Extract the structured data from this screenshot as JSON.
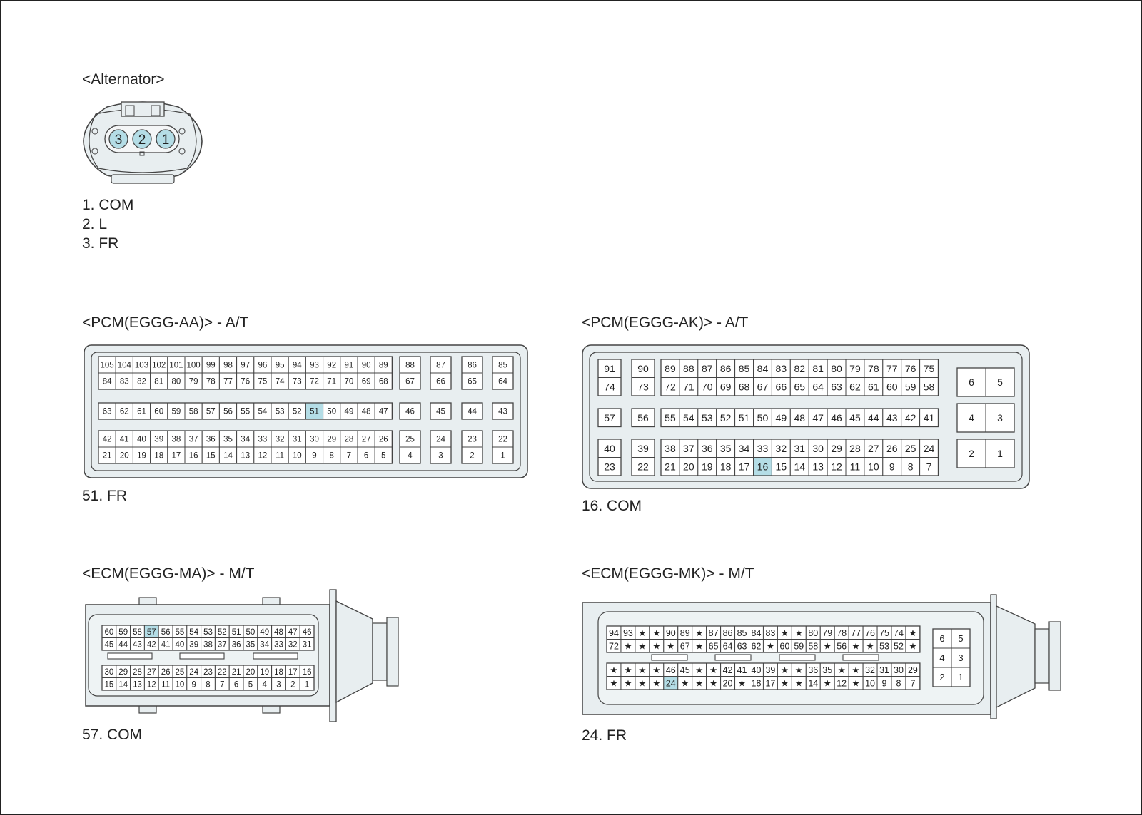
{
  "colors": {
    "housing": "#e8eef0",
    "highlight": "#b4dde6",
    "stroke": "#444444",
    "text": "#222222"
  },
  "alternator": {
    "title": "<Alternator>",
    "pin_labels": [
      "3",
      "2",
      "1"
    ],
    "pins": [
      "1. COM",
      "2. L",
      "3. FR"
    ]
  },
  "pcm_aa": {
    "title": "<PCM(EGGG-AA)> - A/T",
    "note": "51. FR",
    "highlight": "51",
    "blocks": [
      {
        "rows": [
          [
            "105",
            "104",
            "103",
            "102",
            "101",
            "100",
            "99",
            "98",
            "97",
            "96",
            "95",
            "94",
            "93",
            "92",
            "91",
            "90",
            "89"
          ],
          [
            "84",
            "83",
            "82",
            "81",
            "80",
            "79",
            "78",
            "77",
            "76",
            "75",
            "74",
            "73",
            "72",
            "71",
            "70",
            "69",
            "68"
          ]
        ]
      },
      {
        "rows": [
          [
            "88"
          ],
          [
            "67"
          ]
        ]
      },
      {
        "rows": [
          [
            "87"
          ],
          [
            "66"
          ]
        ]
      },
      {
        "rows": [
          [
            "86"
          ],
          [
            "65"
          ]
        ]
      },
      {
        "rows": [
          [
            "85"
          ],
          [
            "64"
          ]
        ]
      },
      {
        "rows": [
          [
            "63",
            "62",
            "61",
            "60",
            "59",
            "58",
            "57",
            "56",
            "55",
            "54",
            "53",
            "52",
            "51",
            "50",
            "49",
            "48",
            "47"
          ]
        ]
      },
      {
        "rows": [
          [
            "46"
          ]
        ]
      },
      {
        "rows": [
          [
            "45"
          ]
        ]
      },
      {
        "rows": [
          [
            "44"
          ]
        ]
      },
      {
        "rows": [
          [
            "43"
          ]
        ]
      },
      {
        "rows": [
          [
            "42",
            "41",
            "40",
            "39",
            "38",
            "37",
            "36",
            "35",
            "34",
            "33",
            "32",
            "31",
            "30",
            "29",
            "28",
            "27",
            "26"
          ],
          [
            "21",
            "20",
            "19",
            "18",
            "17",
            "16",
            "15",
            "14",
            "13",
            "12",
            "11",
            "10",
            "9",
            "8",
            "7",
            "6",
            "5"
          ]
        ]
      },
      {
        "rows": [
          [
            "25"
          ],
          [
            "4"
          ]
        ]
      },
      {
        "rows": [
          [
            "24"
          ],
          [
            "3"
          ]
        ]
      },
      {
        "rows": [
          [
            "23"
          ],
          [
            "2"
          ]
        ]
      },
      {
        "rows": [
          [
            "22"
          ],
          [
            "1"
          ]
        ]
      }
    ]
  },
  "pcm_ak": {
    "title": "<PCM(EGGG-AK)> - A/T",
    "note": "16. COM",
    "highlight": "16",
    "blocks": [
      {
        "rows": [
          [
            "91"
          ],
          [
            "74"
          ]
        ]
      },
      {
        "rows": [
          [
            "90"
          ],
          [
            "73"
          ]
        ]
      },
      {
        "rows": [
          [
            "89",
            "88",
            "87",
            "86",
            "85",
            "84",
            "83",
            "82",
            "81",
            "80",
            "79",
            "78",
            "77",
            "76",
            "75"
          ],
          [
            "72",
            "71",
            "70",
            "69",
            "68",
            "67",
            "66",
            "65",
            "64",
            "63",
            "62",
            "61",
            "60",
            "59",
            "58"
          ]
        ]
      },
      {
        "rows": [
          [
            "57"
          ]
        ]
      },
      {
        "rows": [
          [
            "56"
          ]
        ]
      },
      {
        "rows": [
          [
            "55",
            "54",
            "53",
            "52",
            "51",
            "50",
            "49",
            "48",
            "47",
            "46",
            "45",
            "44",
            "43",
            "42",
            "41"
          ]
        ]
      },
      {
        "rows": [
          [
            "40"
          ],
          [
            "23"
          ]
        ]
      },
      {
        "rows": [
          [
            "39"
          ],
          [
            "22"
          ]
        ]
      },
      {
        "rows": [
          [
            "38",
            "37",
            "36",
            "35",
            "34",
            "33",
            "32",
            "31",
            "30",
            "29",
            "28",
            "27",
            "26",
            "25",
            "24"
          ],
          [
            "21",
            "20",
            "19",
            "18",
            "17",
            "16",
            "15",
            "14",
            "13",
            "12",
            "11",
            "10",
            "9",
            "8",
            "7"
          ]
        ]
      },
      {
        "rows": [
          [
            "6",
            "5"
          ]
        ]
      },
      {
        "rows": [
          [
            "4",
            "3"
          ]
        ]
      },
      {
        "rows": [
          [
            "2",
            "1"
          ]
        ]
      }
    ]
  },
  "ecm_ma": {
    "title": "<ECM(EGGG-MA)> - M/T",
    "note": "57. COM",
    "highlight": "57",
    "blocks": [
      {
        "rows": [
          [
            "60",
            "59",
            "58",
            "57",
            "56",
            "55",
            "54",
            "53",
            "52",
            "51",
            "50",
            "49",
            "48",
            "47",
            "46"
          ],
          [
            "45",
            "44",
            "43",
            "42",
            "41",
            "40",
            "39",
            "38",
            "37",
            "36",
            "35",
            "34",
            "33",
            "32",
            "31"
          ]
        ]
      },
      {
        "rows": [
          [
            "30",
            "29",
            "28",
            "27",
            "26",
            "25",
            "24",
            "23",
            "22",
            "21",
            "20",
            "19",
            "18",
            "17",
            "16"
          ],
          [
            "15",
            "14",
            "13",
            "12",
            "11",
            "10",
            "9",
            "8",
            "7",
            "6",
            "5",
            "4",
            "3",
            "2",
            "1"
          ]
        ]
      }
    ]
  },
  "ecm_mk": {
    "title": "<ECM(EGGG-MK)> - M/T",
    "note": "24. FR",
    "highlight": "24",
    "blocks": [
      {
        "rows": [
          [
            "94",
            "93",
            "★",
            "★",
            "90",
            "89",
            "★",
            "87",
            "86",
            "85",
            "84",
            "83",
            "★",
            "★",
            "80",
            "79",
            "78",
            "77",
            "76",
            "75",
            "74",
            "★"
          ],
          [
            "72",
            "★",
            "★",
            "★",
            "★",
            "67",
            "★",
            "65",
            "64",
            "63",
            "62",
            "★",
            "60",
            "59",
            "58",
            "★",
            "56",
            "★",
            "★",
            "53",
            "52",
            "★"
          ]
        ]
      },
      {
        "rows": [
          [
            "★",
            "★",
            "★",
            "★",
            "46",
            "45",
            "★",
            "★",
            "42",
            "41",
            "40",
            "39",
            "★",
            "★",
            "36",
            "35",
            "★",
            "★",
            "32",
            "31",
            "30",
            "29"
          ],
          [
            "★",
            "★",
            "★",
            "★",
            "24",
            "★",
            "★",
            "★",
            "20",
            "★",
            "18",
            "17",
            "★",
            "★",
            "14",
            "★",
            "12",
            "★",
            "10",
            "9",
            "8",
            "7"
          ]
        ]
      },
      {
        "rows": [
          [
            "6",
            "5"
          ],
          [
            "4",
            "3"
          ],
          [
            "2",
            "1"
          ]
        ]
      }
    ]
  }
}
